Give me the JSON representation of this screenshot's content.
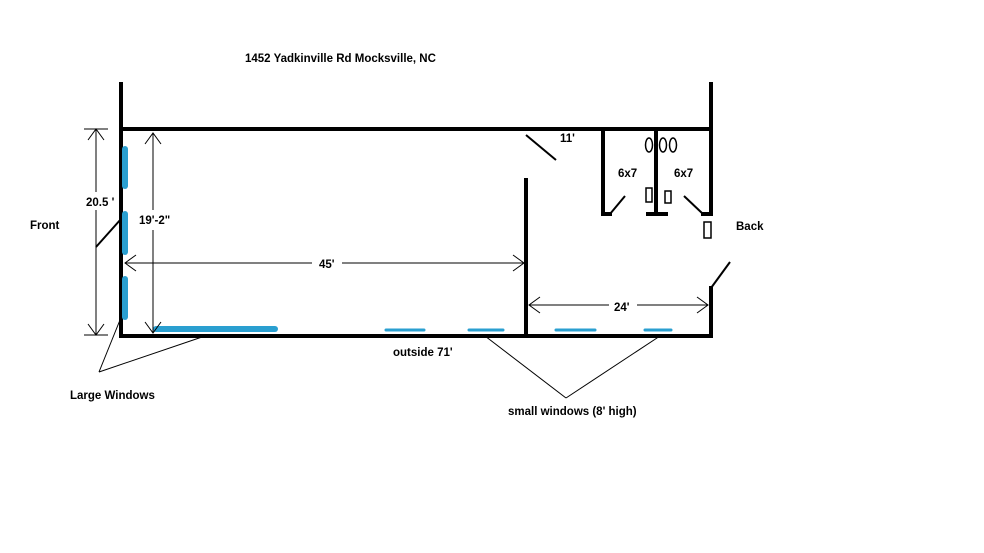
{
  "address": "1452 Yadkinville Rd Mocksville, NC",
  "labels": {
    "front": "Front",
    "back": "Back",
    "depth_outer": "20.5 '",
    "depth_inner": "19'-2\"",
    "main_room_length": "45'",
    "back_room_length": "24'",
    "small_room_width": "11'",
    "bathroom_left": "6x7",
    "bathroom_right": "6x7",
    "outside_length": "outside 71'",
    "large_windows": "Large Windows",
    "small_windows": "small windows (8' high)"
  },
  "colors": {
    "wall": "#000000",
    "window": "#2a9fd0",
    "background": "#ffffff"
  }
}
